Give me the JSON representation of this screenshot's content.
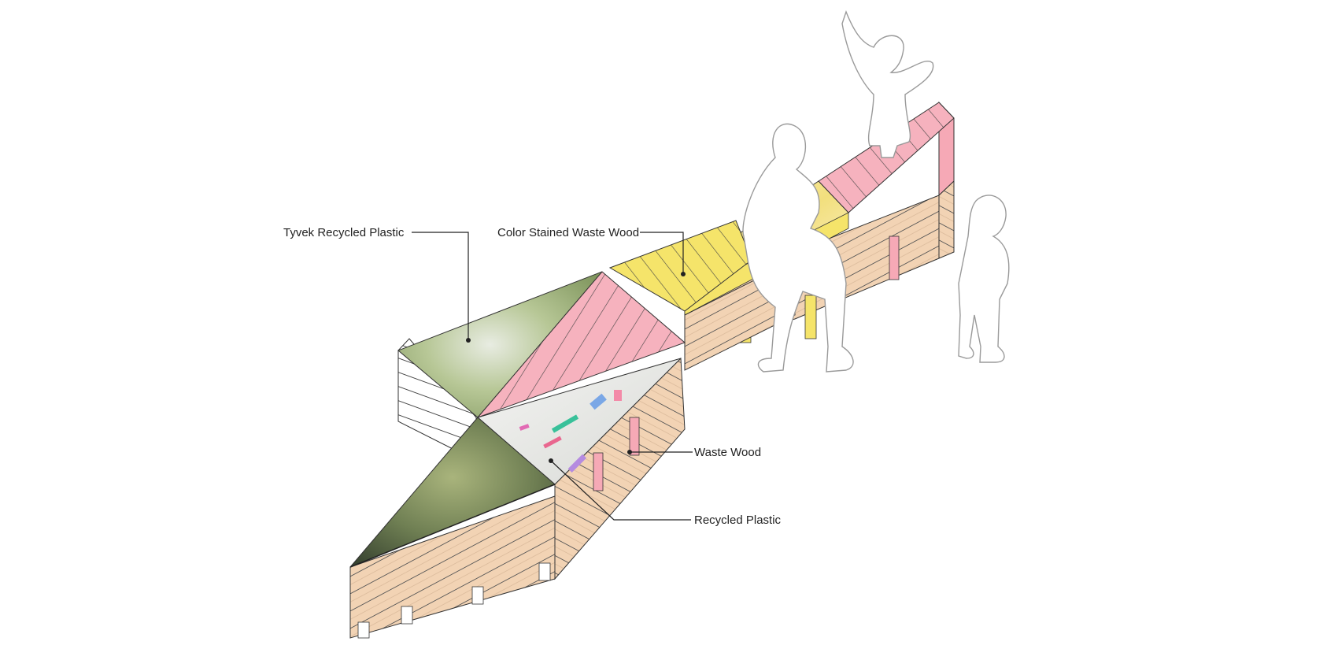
{
  "labels": {
    "tyvek": "Tyvek Recycled Plastic",
    "color_stained": "Color Stained Waste Wood",
    "waste_wood": "Waste Wood",
    "recycled_plastic": "Recycled Plastic"
  },
  "colors": {
    "background": "#ffffff",
    "waste_wood": "#f2d3b4",
    "pink_wood": "#f6a9b6",
    "yellow_wood": "#f5e46a",
    "tyvek_green": "#aebf8e",
    "recycled_plastic_light": "#e9ecea",
    "dark_green": "#6f7f53",
    "outline": "#333333",
    "callout": "#222222"
  },
  "icons": [
    "person-silhouette",
    "leader-dot"
  ]
}
